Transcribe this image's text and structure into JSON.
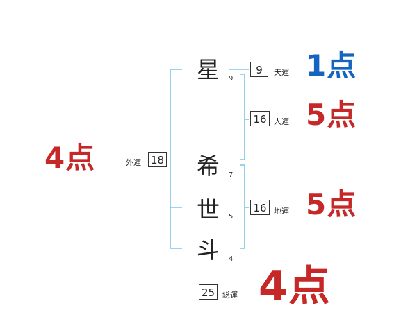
{
  "name_chars": [
    {
      "char": "星",
      "strokes": "9"
    },
    {
      "char": "希",
      "strokes": "7"
    },
    {
      "char": "世",
      "strokes": "5"
    },
    {
      "char": "斗",
      "strokes": "4"
    }
  ],
  "ten": {
    "value": "9",
    "label": "天運",
    "score": "1点",
    "color": "#1565c0"
  },
  "jin": {
    "value": "16",
    "label": "人運",
    "score": "5点",
    "color": "#c62828"
  },
  "chi": {
    "value": "16",
    "label": "地運",
    "score": "5点",
    "color": "#c62828"
  },
  "gai": {
    "value": "18",
    "label": "外運",
    "score": "4点",
    "color": "#c62828"
  },
  "sou": {
    "value": "25",
    "label": "総運",
    "score": "4点",
    "color": "#c62828"
  },
  "bracket_color": "#7cc6e8"
}
